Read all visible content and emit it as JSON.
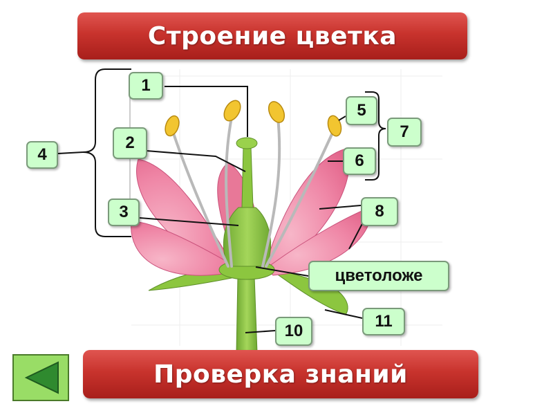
{
  "title": "Строение цветка",
  "check_button": "Проверка знаний",
  "labels": {
    "l1": "1",
    "l2": "2",
    "l3": "3",
    "l4": "4",
    "l5": "5",
    "l6": "6",
    "l7": "7",
    "l8": "8",
    "receptacle": "цветоложе",
    "l10": "10",
    "l11": "11"
  },
  "colors": {
    "banner": "#c8332d",
    "label_fill": "#ccffcc",
    "petal": "#f07fa0",
    "stem": "#8cc63f",
    "anther": "#f2c530",
    "back_button": "#99dd66"
  },
  "icons": {
    "back": "triangle-left-icon"
  }
}
